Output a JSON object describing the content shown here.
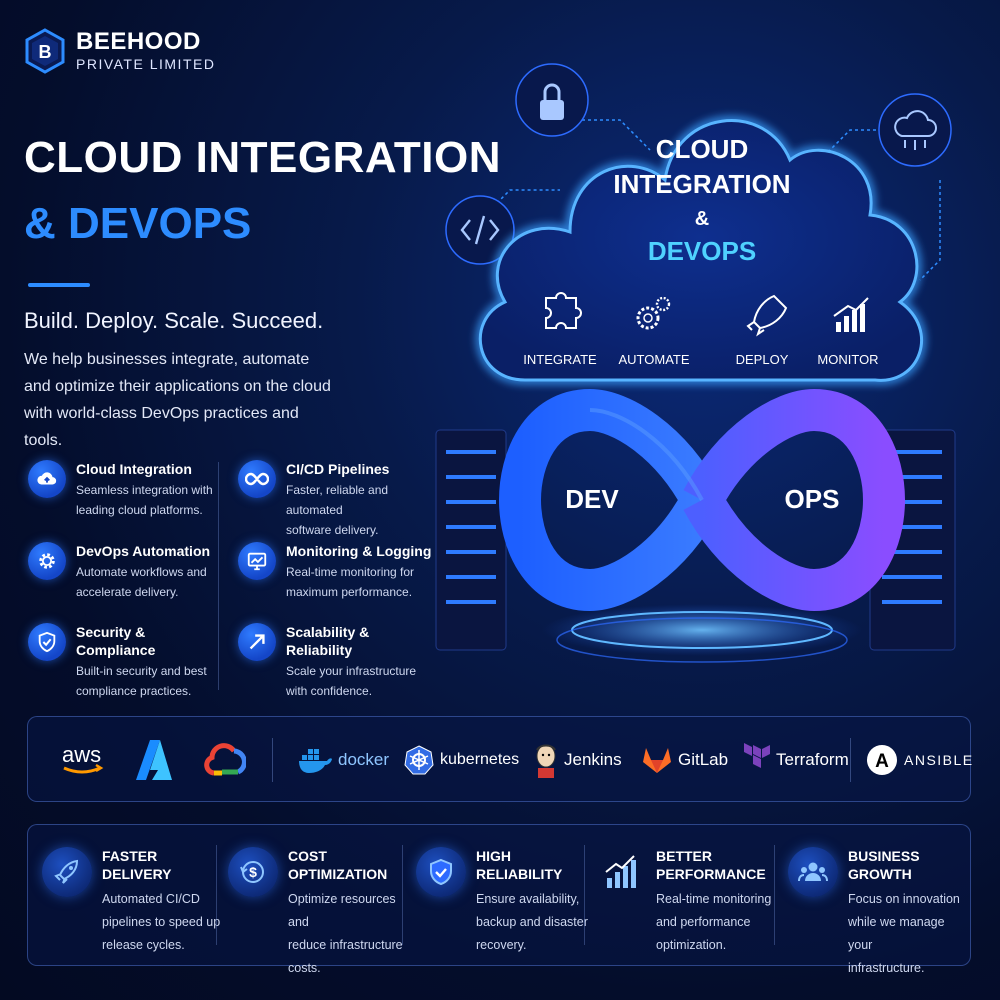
{
  "brand": {
    "name": "BEEHOOD",
    "subtitle": "PRIVATE LIMITED",
    "logo_letter": "B"
  },
  "hero": {
    "title_line1": "CLOUD INTEGRATION",
    "title_line2": "& DEVOPS",
    "tagline": "Build. Deploy. Scale. Succeed.",
    "description": "We help businesses integrate, automate and optimize their applications on the cloud with world-class DevOps practices and tools."
  },
  "features": [
    {
      "icon": "cloud-upload-icon",
      "title": "Cloud Integration",
      "desc_l1": "Seamless integration with",
      "desc_l2": "leading cloud platforms."
    },
    {
      "icon": "infinity-icon",
      "title": "CI/CD Pipelines",
      "desc_l1": "Faster, reliable and automated",
      "desc_l2": "software delivery."
    },
    {
      "icon": "gear-icon",
      "title": "DevOps Automation",
      "desc_l1": "Automate workflows and",
      "desc_l2": "accelerate delivery."
    },
    {
      "icon": "monitor-chart-icon",
      "title": "Monitoring & Logging",
      "desc_l1": "Real-time monitoring for",
      "desc_l2": "maximum performance."
    },
    {
      "icon": "shield-check-icon",
      "title": "Security & Compliance",
      "desc_l1": "Built-in security and best",
      "desc_l2": "compliance practices."
    },
    {
      "icon": "arrow-up-right-icon",
      "title": "Scalability & Reliability",
      "desc_l1": "Scale your infrastructure",
      "desc_l2": "with confidence."
    }
  ],
  "cloud": {
    "title_l1": "CLOUD",
    "title_l2": "INTEGRATION",
    "title_l3": "&",
    "title_l4": "DEVOPS",
    "steps": [
      {
        "icon": "puzzle-icon",
        "label": "INTEGRATE"
      },
      {
        "icon": "gears-icon",
        "label": "AUTOMATE"
      },
      {
        "icon": "rocket-icon",
        "label": "DEPLOY"
      },
      {
        "icon": "bar-chart-icon",
        "label": "MONITOR"
      }
    ],
    "infinity_left": "DEV",
    "infinity_right": "OPS"
  },
  "tools": [
    {
      "icon": "aws-logo",
      "label": "aws"
    },
    {
      "icon": "azure-logo",
      "label": ""
    },
    {
      "icon": "google-cloud-logo",
      "label": ""
    },
    {
      "icon": "docker-logo",
      "label": "docker"
    },
    {
      "icon": "kubernetes-logo",
      "label": "kubernetes"
    },
    {
      "icon": "jenkins-logo",
      "label": "Jenkins"
    },
    {
      "icon": "gitlab-logo",
      "label": "GitLab"
    },
    {
      "icon": "terraform-logo",
      "label": "Terraform"
    },
    {
      "icon": "ansible-logo",
      "label": "ANSIBLE",
      "logo_letter": "A"
    }
  ],
  "benefits": [
    {
      "icon": "rocket-icon",
      "title": "FASTER DELIVERY",
      "d1": "Automated CI/CD",
      "d2": "pipelines to speed up",
      "d3": "release cycles."
    },
    {
      "icon": "dollar-cycle-icon",
      "title": "COST OPTIMIZATION",
      "d1": "Optimize resources and",
      "d2": "reduce infrastructure",
      "d3": "costs."
    },
    {
      "icon": "shield-check-icon",
      "title": "HIGH RELIABILITY",
      "d1": "Ensure availability,",
      "d2": "backup and disaster",
      "d3": "recovery."
    },
    {
      "icon": "bar-chart-up-icon",
      "title": "BETTER PERFORMANCE",
      "d1": "Real-time monitoring",
      "d2": "and performance",
      "d3": "optimization."
    },
    {
      "icon": "team-icon",
      "title": "BUSINESS GROWTH",
      "d1": "Focus on innovation",
      "d2": "while we manage your",
      "d3": "infrastructure."
    }
  ],
  "colors": {
    "accent": "#2d8cff",
    "background": "#040d2b",
    "cloud_glow": "#3aa0ff",
    "ops_purple": "#7b4dff"
  }
}
